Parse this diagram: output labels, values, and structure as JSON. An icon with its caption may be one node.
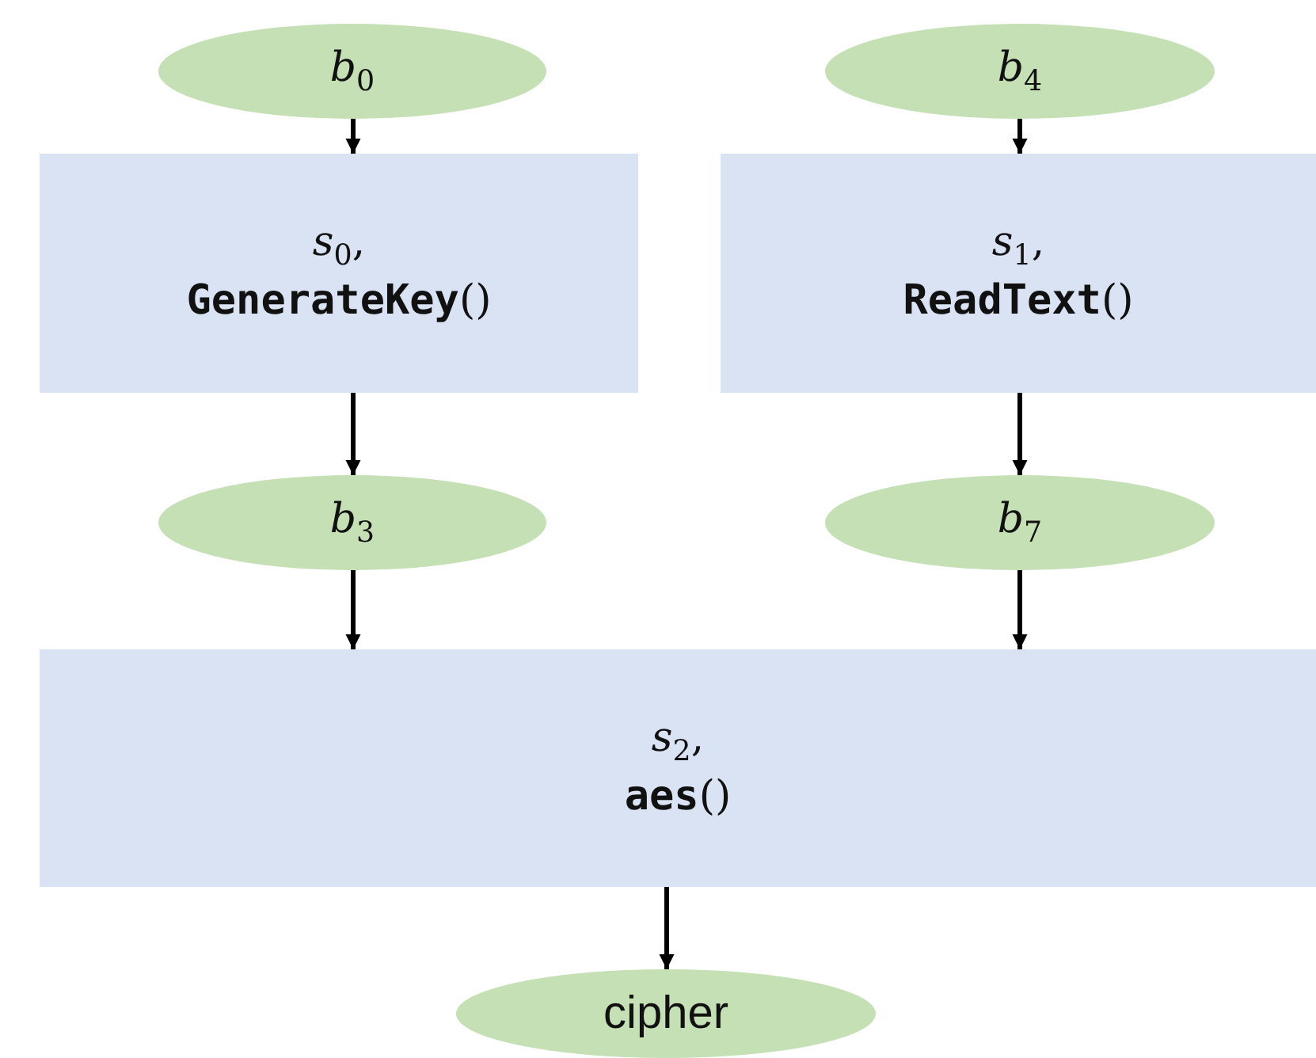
{
  "diagram": {
    "nodes": [
      {
        "text": [
          "*b*$_{0}$"
        ]
      },
      {
        "text": [
          "*b*$_{4}$"
        ]
      },
      {
        "text": [
          "*s*$_{0}$,",
          "**GenerateKey**()"
        ]
      },
      {
        "text": [
          "*s*$_{1}$,",
          "**ReadText**()"
        ]
      },
      {
        "text": [
          "*b*$_{3}$"
        ]
      },
      {
        "text": [
          "*b*$_{7}$"
        ]
      },
      {
        "text": [
          "*s*$_{2}$,",
          "**aes**()"
        ]
      },
      {
        "text": [
          "cipher"
        ]
      }
    ],
    "edges": [
      {
        "from": 0,
        "to": 2,
        "arrow": "to"
      },
      {
        "from": 1,
        "to": 3,
        "arrow": "to"
      },
      {
        "from": 2,
        "to": 4,
        "arrow": "to"
      },
      {
        "from": 3,
        "to": 5,
        "arrow": "to"
      },
      {
        "from": 4,
        "to": 6,
        "arrow": "to"
      },
      {
        "from": 5,
        "to": 6,
        "arrow": "to"
      },
      {
        "from": 6,
        "to": 7,
        "arrow": "to"
      }
    ]
  }
}
